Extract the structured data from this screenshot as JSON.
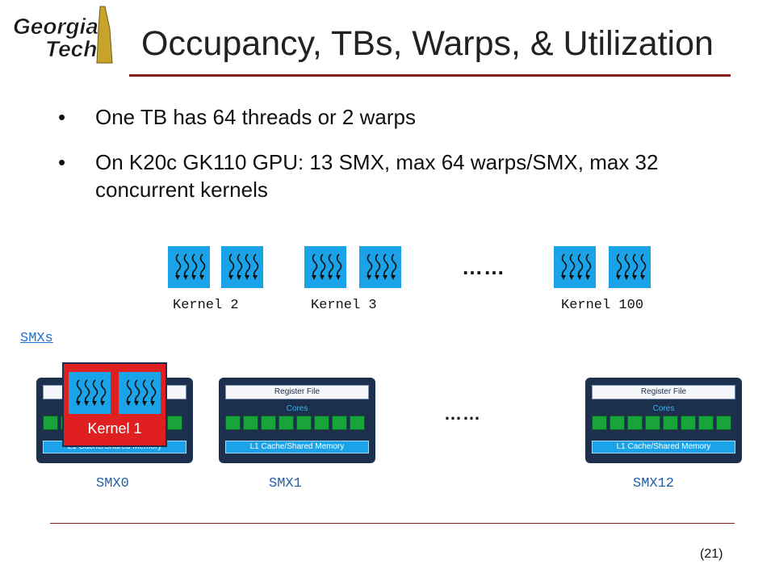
{
  "header": {
    "logo_line1": "Georgia",
    "logo_line2": "Tech",
    "title": "Occupancy, TBs, Warps, & Utilization"
  },
  "bullets": [
    {
      "marker": "•",
      "text": "One TB has 64 threads or 2 warps"
    },
    {
      "marker": "•",
      "text": "On K20c GK110 GPU: 13 SMX, max 64 warps/SMX, max 32 concurrent kernels"
    }
  ],
  "kernels": {
    "labels": [
      "Kernel 2",
      "Kernel 3",
      "Kernel 100"
    ],
    "ellipsis": "……"
  },
  "smxs": {
    "link_label": "SMXs",
    "register_file": "Register File",
    "cores": "Cores",
    "l1": "L1 Cache/Shared Memory",
    "names": [
      "SMX0",
      "SMX1",
      "SMX12"
    ],
    "ellipsis": "……",
    "scheduled_kernel": "Kernel 1"
  },
  "footer": {
    "page_number": "(21)"
  },
  "colors": {
    "accent_rule": "#8b1a1a",
    "thread_block": "#1aa3e8",
    "smx_body": "#1c2f4d",
    "core": "#19a33b",
    "scheduled_kernel": "#e02020",
    "link": "#1f6fd0"
  }
}
